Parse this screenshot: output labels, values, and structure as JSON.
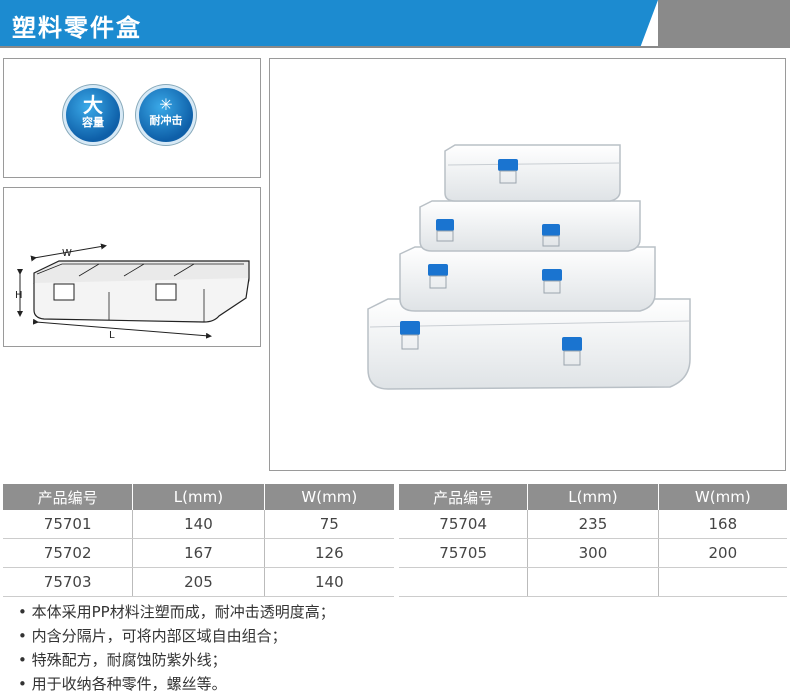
{
  "header": {
    "title": "塑料零件盒"
  },
  "badges": [
    {
      "big": "大",
      "small": "容量",
      "icon": "box-capacity-icon"
    },
    {
      "small": "耐冲击",
      "icon": "impact-burst-icon"
    }
  ],
  "diagram": {
    "w": "W",
    "h": "H",
    "l": "L"
  },
  "table_left": {
    "headers": [
      "产品编号",
      "L(mm)",
      "W(mm)"
    ],
    "rows": [
      [
        "75701",
        "140",
        "75"
      ],
      [
        "75702",
        "167",
        "126"
      ],
      [
        "75703",
        "205",
        "140"
      ]
    ]
  },
  "table_right": {
    "headers": [
      "产品编号",
      "L(mm)",
      "W(mm)"
    ],
    "rows": [
      [
        "75704",
        "235",
        "168"
      ],
      [
        "75705",
        "300",
        "200"
      ],
      [
        "",
        "",
        ""
      ]
    ]
  },
  "notes": [
    "本体采用PP材料注塑而成，耐冲击透明度高；",
    "内含分隔片，可将内部区域自由组合；",
    "特殊配方，耐腐蚀防紫外线；",
    "用于收纳各种零件，螺丝等。"
  ],
  "colors": {
    "header_blue": "#1c8bd0",
    "header_grey": "#8a8a8a",
    "latch_blue": "#1a74d0"
  }
}
